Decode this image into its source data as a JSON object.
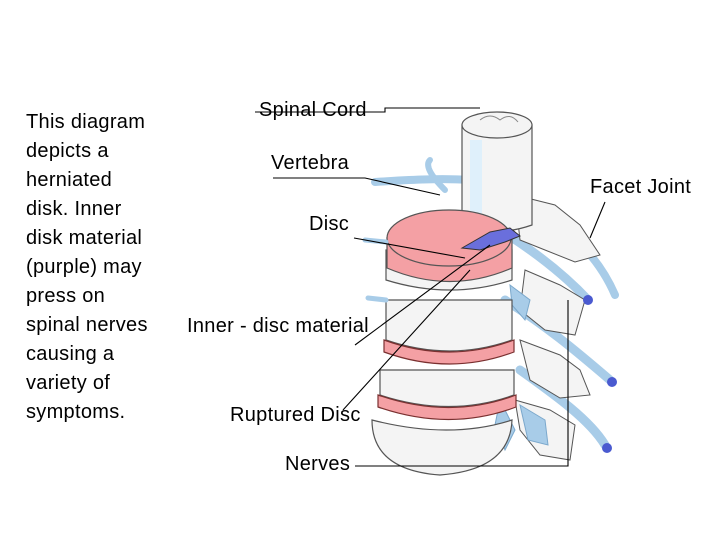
{
  "description_lines": [
    "This diagram",
    "depicts a",
    "herniated",
    "disk.  Inner",
    "disk material",
    "(purple) may",
    "press on",
    "spinal nerves",
    "causing a",
    "variety of",
    "symptoms."
  ],
  "labels": {
    "spinal_cord": "Spinal Cord",
    "vertebra": "Vertebra",
    "facet_joint": "Facet Joint",
    "disc": "Disc",
    "inner_disc_material": "Inner - disc material",
    "ruptured_disc": "Ruptured Disc",
    "nerves": "Nerves"
  },
  "colors": {
    "disc": "#f4a0a4",
    "inner_disc": "#6a6fdc",
    "nerve": "#a8cce8",
    "nerve_tip": "#4a5ad0",
    "bone": "#f4f4f4"
  }
}
